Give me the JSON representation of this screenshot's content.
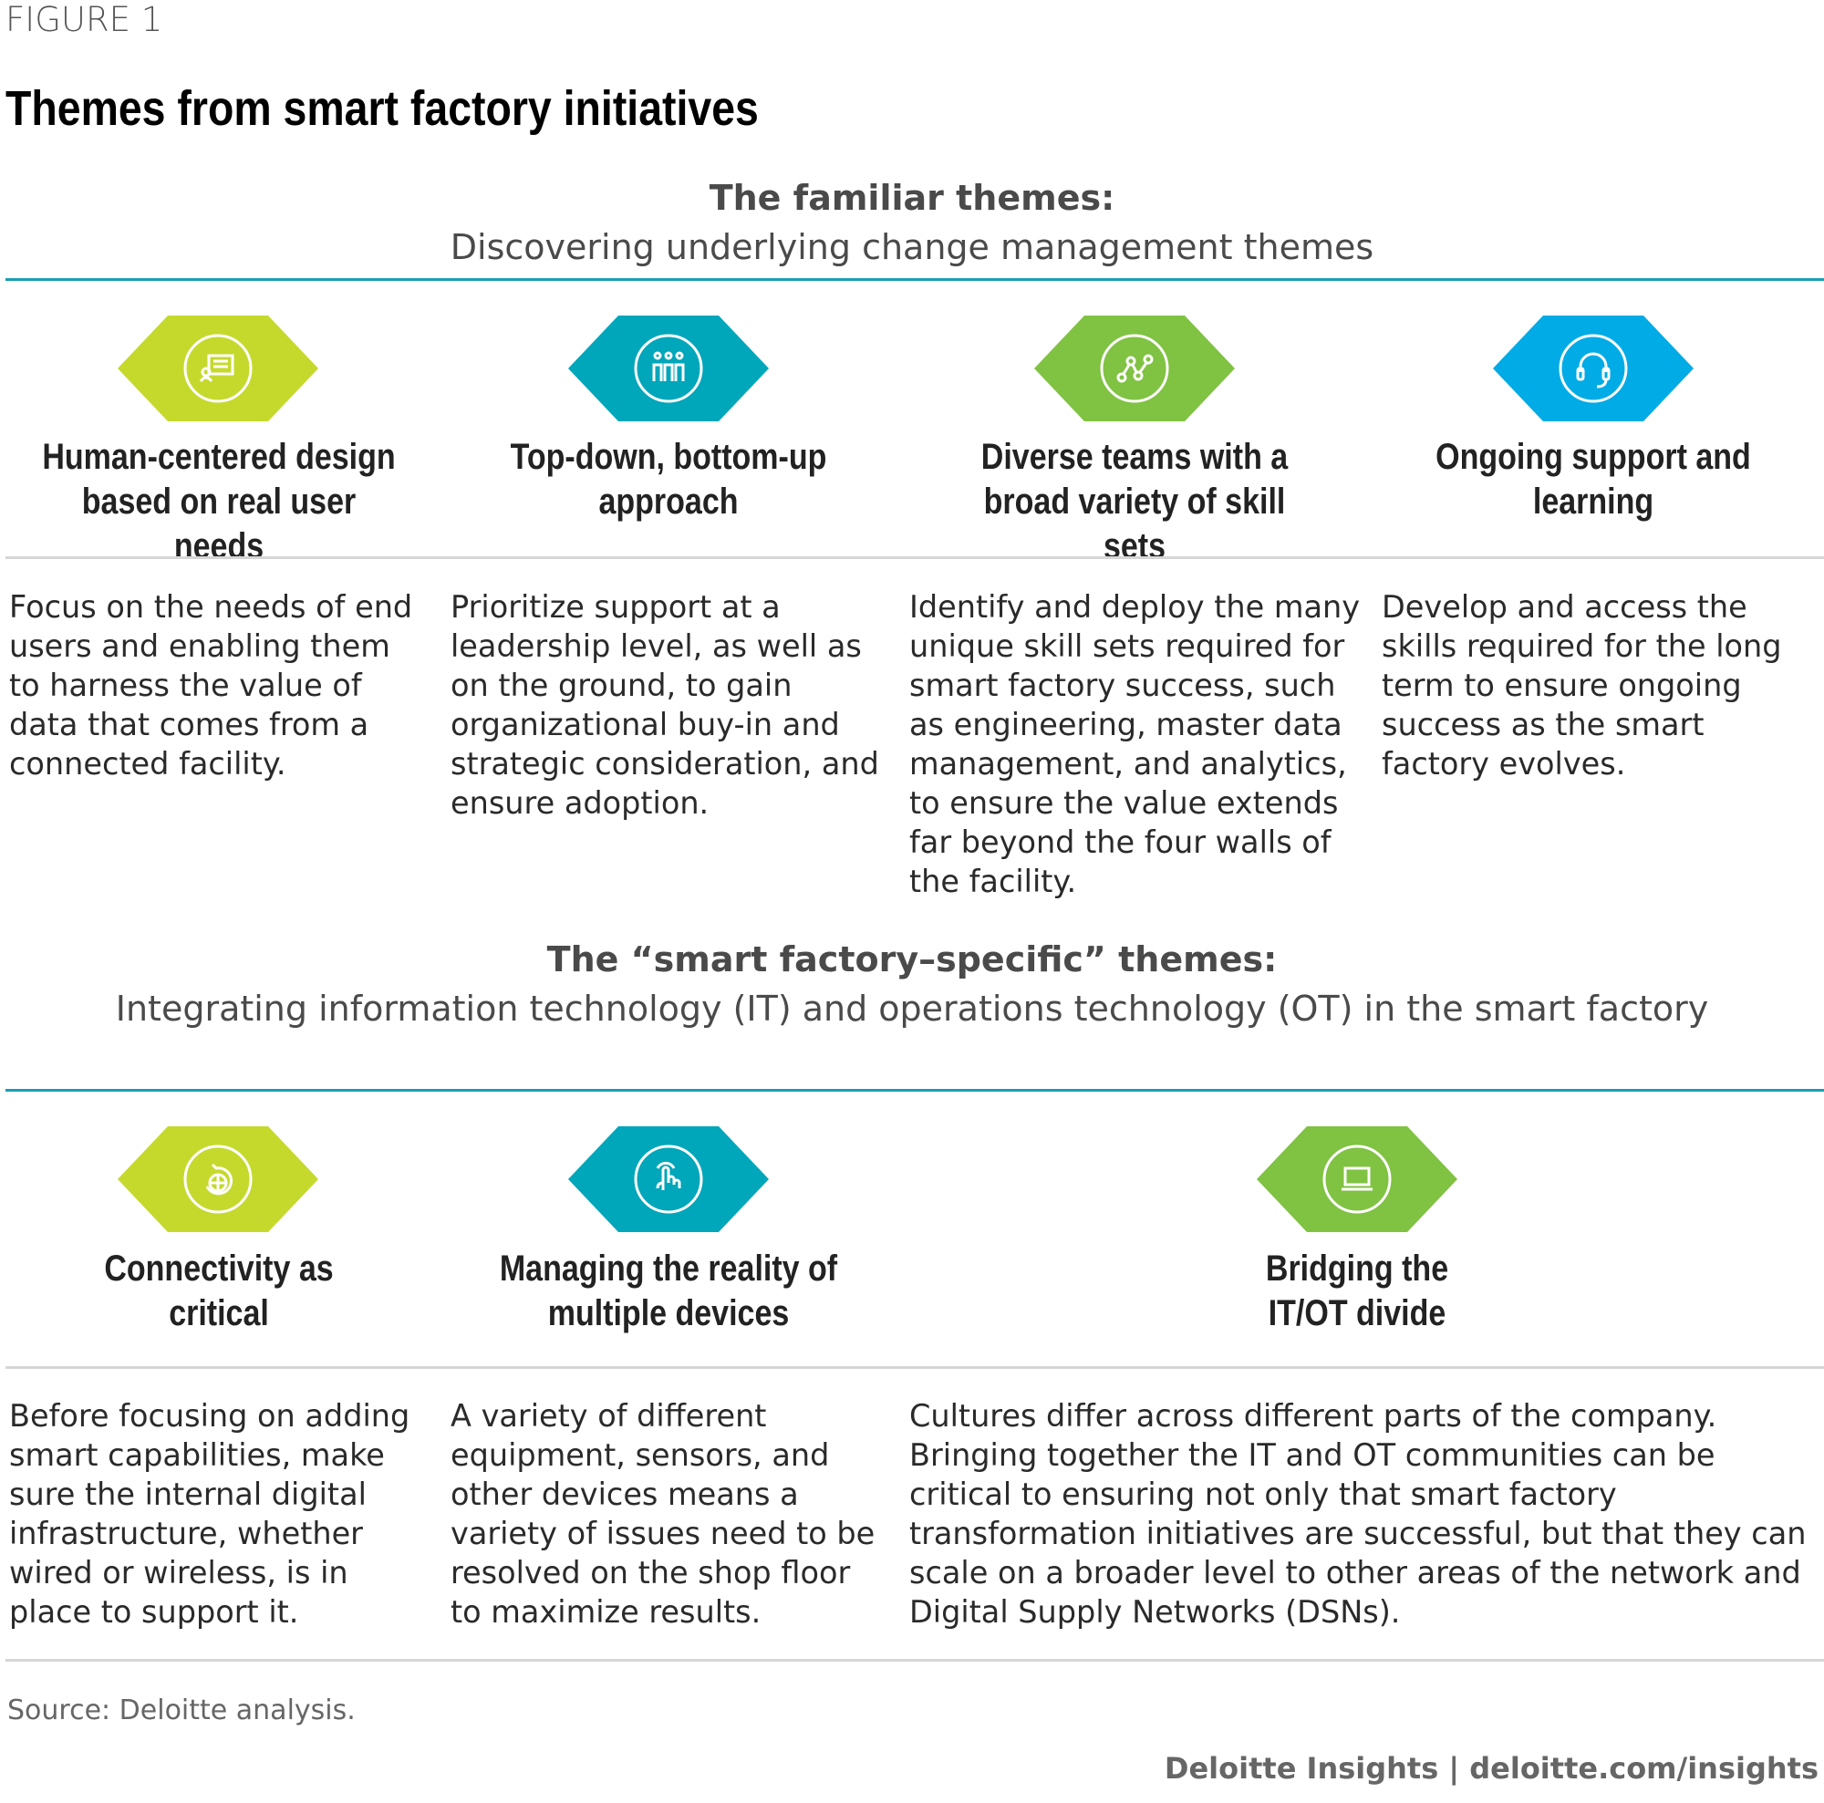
{
  "figure_label": "FIGURE 1",
  "title": "Themes from smart factory initiatives",
  "section1": {
    "heading": "The familiar themes:",
    "subheading": "Discovering underlying change management themes",
    "items": [
      {
        "icon": "chat-icon",
        "color": "#c5d92d",
        "heading": "Human-centered design based on real user needs",
        "text": "Focus on the needs of end users and enabling them to harness the value of data that comes from a connected facility."
      },
      {
        "icon": "people-icon",
        "color": "#00a6b9",
        "heading": "Top-down, bottom-up approach",
        "text": "Prioritize support at a leadership level, as well as on the ground, to gain organizational buy-in and strategic consideration, and ensure adoption."
      },
      {
        "icon": "network-icon",
        "color": "#80c242",
        "heading": "Diverse teams with a broad variety of skill sets",
        "text": "Identify and deploy the many unique skill sets required for smart factory success, such as engineering, master data management, and analytics, to ensure the value extends far beyond the four walls of the facility."
      },
      {
        "icon": "headset-icon",
        "color": "#00abe6",
        "heading": "Ongoing support and learning",
        "text": "Develop and access the skills required for the long term to ensure ongoing success as the smart factory evolves."
      }
    ]
  },
  "section2": {
    "heading": "The “smart factory–specific” themes:",
    "subheading": "Integrating information technology (IT) and operations technology (OT) in the smart factory",
    "items": [
      {
        "icon": "globe-icon",
        "color": "#c5d92d",
        "heading": "Connectivity as critical",
        "text": "Before focusing on adding smart capabilities, make sure the internal digital infrastructure, whether wired or wireless, is in place to support it."
      },
      {
        "icon": "touch-icon",
        "color": "#00a6b9",
        "heading": "Managing the reality of multiple devices",
        "text": "A variety of different equipment, sensors, and other devices means a variety of issues need to be resolved on the shop floor to maximize results."
      },
      {
        "icon": "laptop-icon",
        "color": "#80c242",
        "heading": "Bridging the IT/OT divide",
        "text": "Cultures differ across different parts of the company. Bringing together the IT and OT communities can be critical to ensuring not only that smart factory transformation initiatives are successful, but that they can scale on a broader level to other areas of the network and Digital Supply Networks (DSNs)."
      }
    ]
  },
  "source": "Source: Deloitte analysis.",
  "footer": "Deloitte Insights | deloitte.com/insights"
}
